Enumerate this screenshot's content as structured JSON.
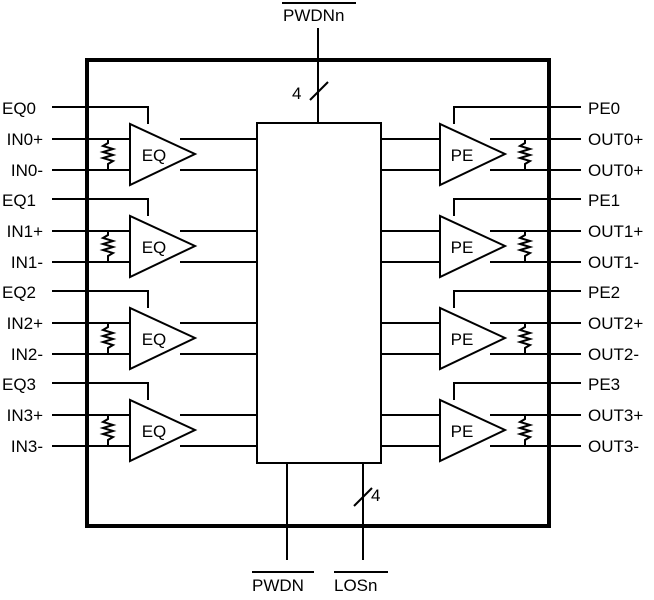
{
  "top_signal": "PWDNn",
  "top_bus_width": "4",
  "bottom_signals": {
    "pwdn": "PWDN",
    "losn": "LOSn"
  },
  "bottom_bus_width": "4",
  "eq_label": "EQ",
  "pe_label": "PE",
  "channels": [
    {
      "eq": "EQ0",
      "in_p": "IN0+",
      "in_n": "IN0-",
      "pe": "PE0",
      "out_p": "OUT0+",
      "out_n": "OUT0+"
    },
    {
      "eq": "EQ1",
      "in_p": "IN1+",
      "in_n": "IN1-",
      "pe": "PE1",
      "out_p": "OUT1+",
      "out_n": "OUT1-"
    },
    {
      "eq": "EQ2",
      "in_p": "IN2+",
      "in_n": "IN2-",
      "pe": "PE2",
      "out_p": "OUT2+",
      "out_n": "OUT2-"
    },
    {
      "eq": "EQ3",
      "in_p": "IN3+",
      "in_n": "IN3-",
      "pe": "PE3",
      "out_p": "OUT3+",
      "out_n": "OUT3-"
    }
  ]
}
